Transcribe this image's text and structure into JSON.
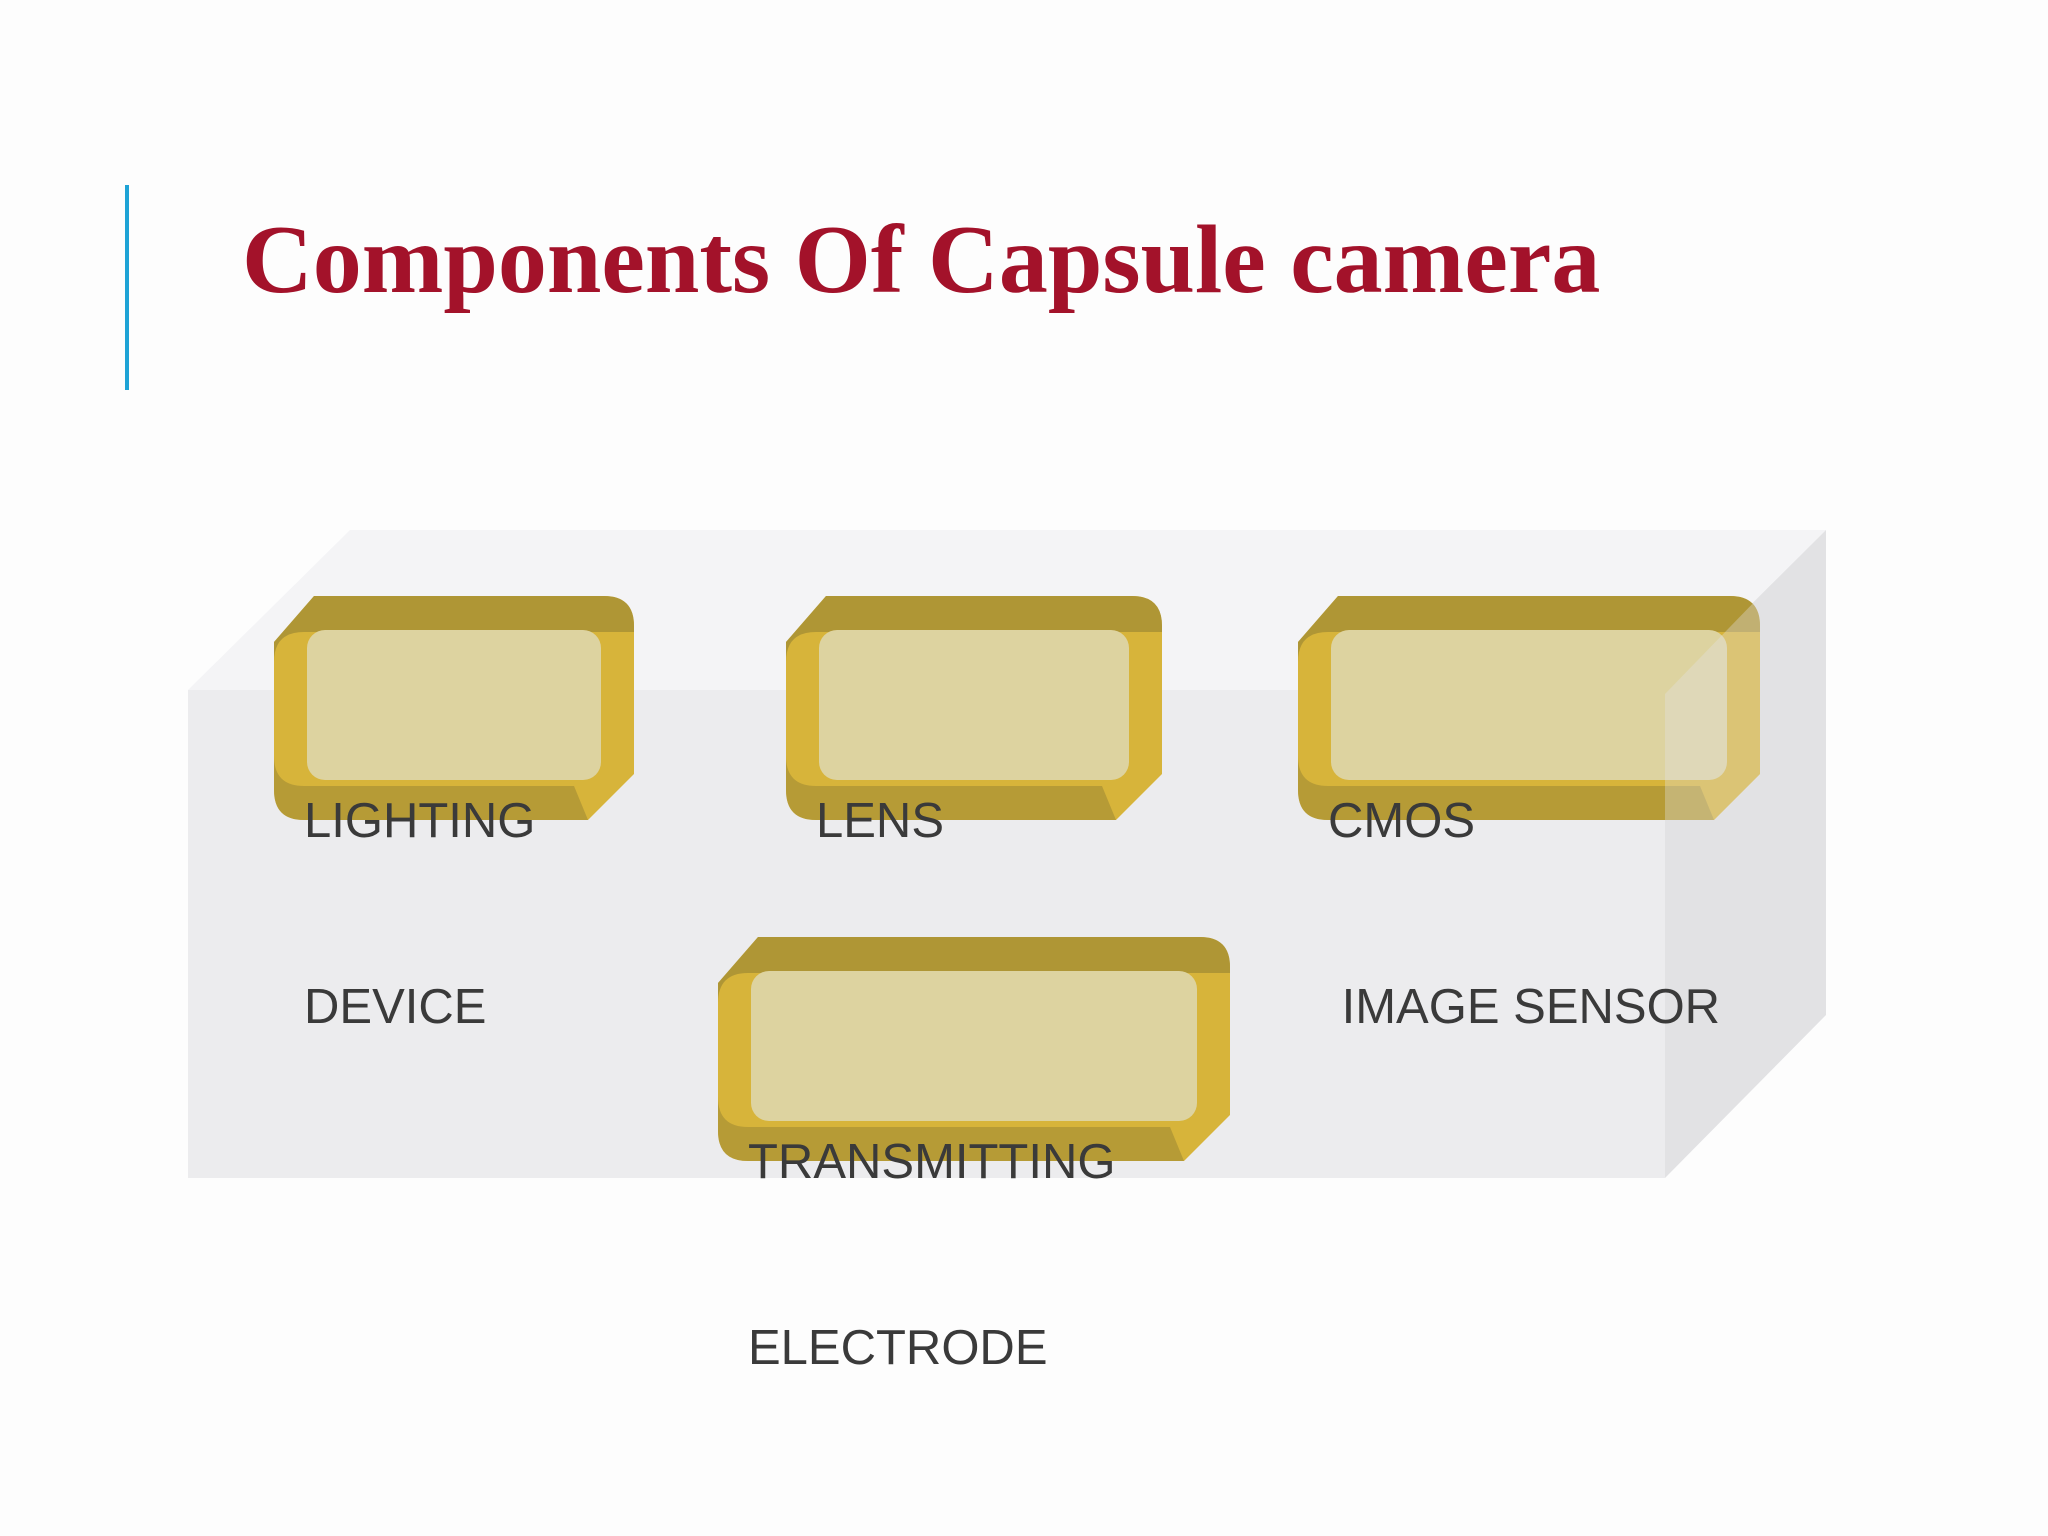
{
  "slide": {
    "title": "Components Of Capsule camera"
  },
  "components": [
    {
      "id": "lighting",
      "line1": "LIGHTING",
      "line2": "DEVICE"
    },
    {
      "id": "lens",
      "line1": "LENS",
      "line2": ""
    },
    {
      "id": "cmos",
      "line1": "CMOS",
      "line2": " IMAGE SENSOR"
    },
    {
      "id": "transmitting",
      "line1": "TRANSMITTING",
      "line2": "ELECTRODE"
    }
  ],
  "colors": {
    "title": "#a3122a",
    "accent_bar": "#1ea3d6",
    "chip_gold": "#d7b43a",
    "chip_face": "#ddd3a0",
    "chip_shadow": "#a89035",
    "box_front": "#ececee",
    "box_top": "#f4f4f6",
    "box_side": "#e2e2e4"
  }
}
